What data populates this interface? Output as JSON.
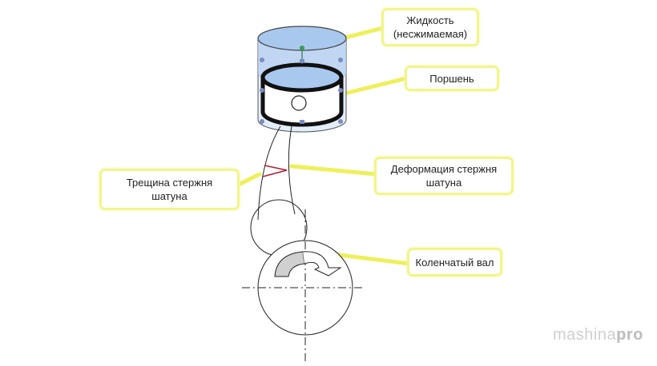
{
  "callouts": {
    "fluid": {
      "line1": "Жидкость",
      "line2": "(несжимаемая)"
    },
    "piston": "Поршень",
    "crack": {
      "line1": "Трещина стержня",
      "line2": "шатуна"
    },
    "deformation": {
      "line1": "Деформация стержня",
      "line2": "шатуна"
    },
    "crankshaft": "Коленчатый вал"
  },
  "watermark": {
    "part1": "mashina",
    "part2": "pro"
  },
  "colors": {
    "leader": "#eef05a",
    "fluid": "#a9c8ee",
    "crack": "#b02030"
  }
}
